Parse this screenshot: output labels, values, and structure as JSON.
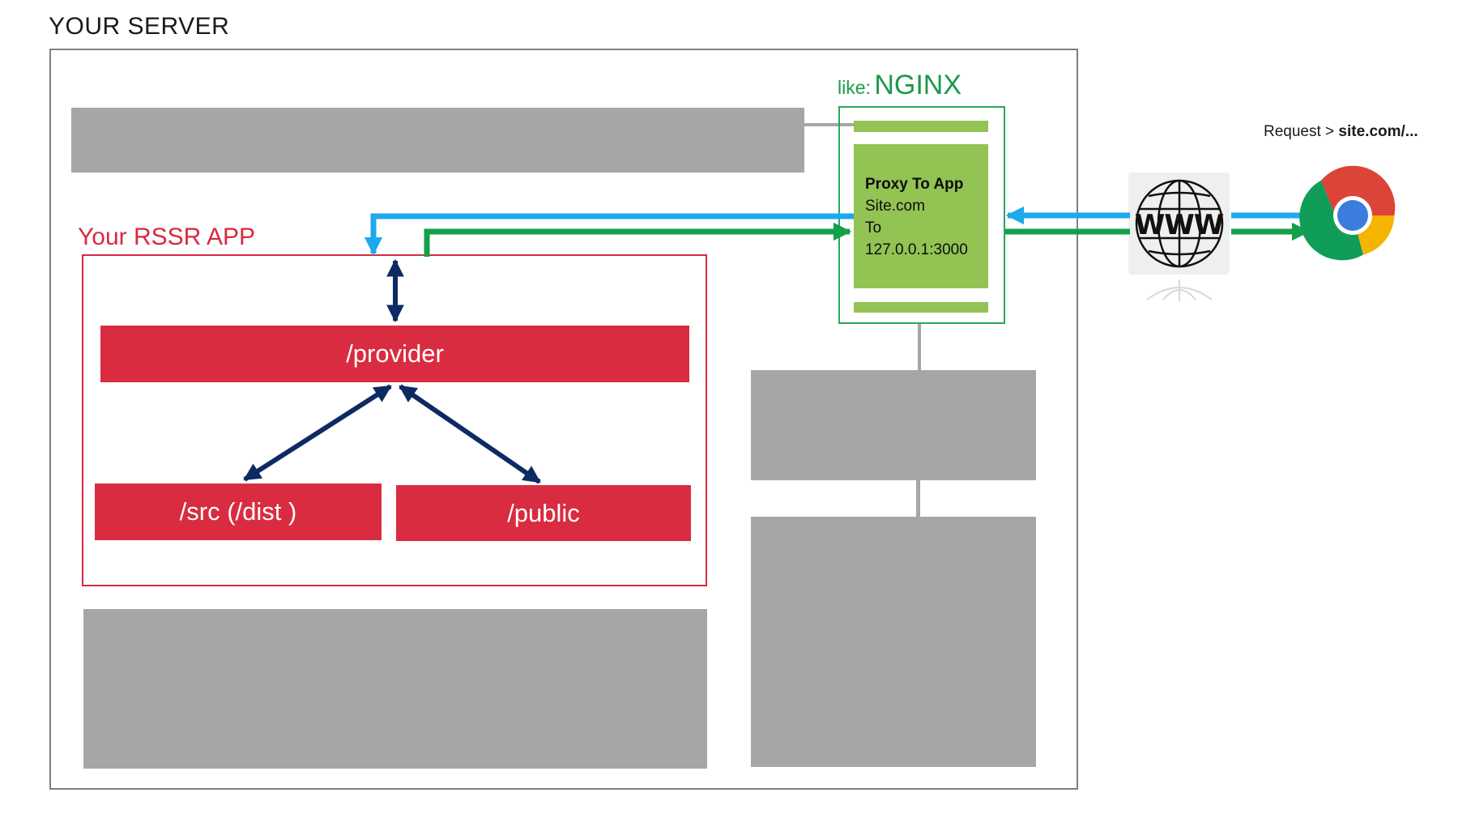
{
  "server": {
    "title": "YOUR SERVER"
  },
  "nginx": {
    "like_label": "like:",
    "name": "NGINX",
    "proxy_title": "Proxy To App",
    "proxy_lines": [
      "Site.com",
      "To",
      "127.0.0.1:3000"
    ]
  },
  "app": {
    "title": "Your RSSR APP",
    "provider": "/provider",
    "src": "/src (/dist )",
    "public": "/public"
  },
  "request": {
    "prefix": "Request > ",
    "url": "site.com/..."
  },
  "www": {
    "label": "WWW"
  },
  "colors": {
    "request_arrow": "#1ea9ec",
    "response_arrow": "#12a04a",
    "app_accent": "#d92c40",
    "nginx_accent": "#92c353",
    "internal_arrow": "#0d2a63",
    "placeholder_block": "#a6a6a6"
  },
  "icons": {
    "browser": "chrome-icon",
    "internet": "globe-icon"
  }
}
